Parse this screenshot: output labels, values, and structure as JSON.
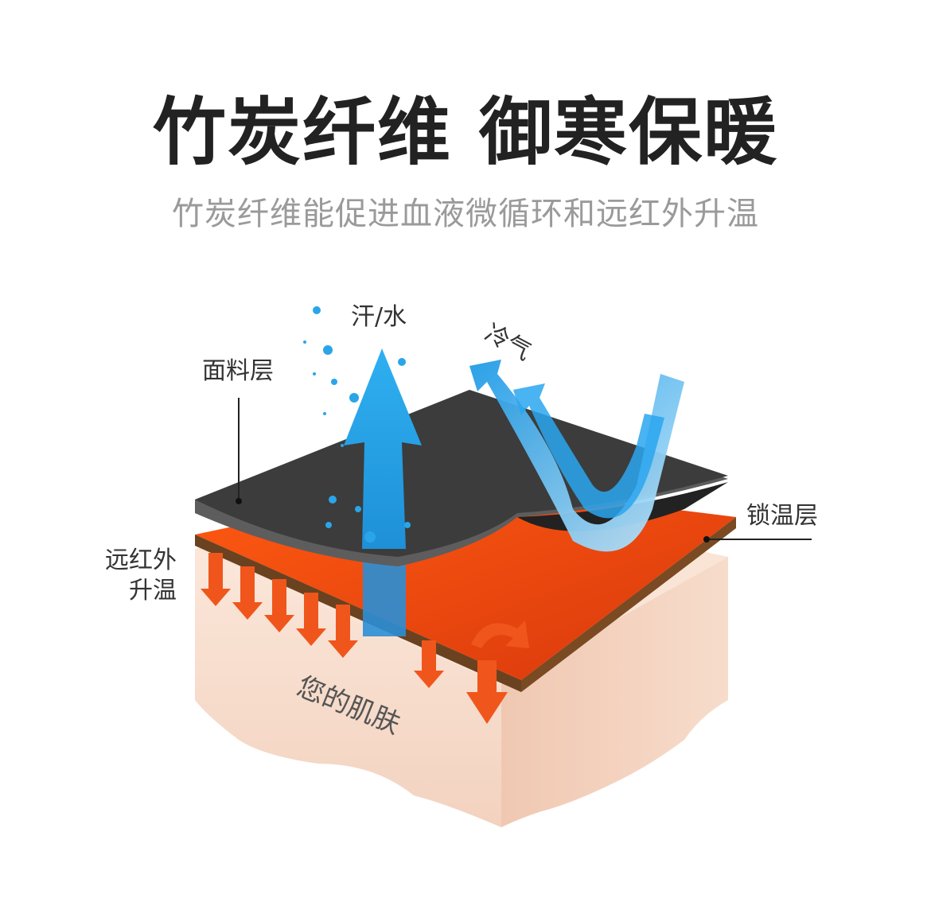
{
  "header": {
    "title": "竹炭纤维 御寒保暖",
    "subtitle": "竹炭纤维能促进血液微循环和远红外升温"
  },
  "labels": {
    "sweat": "汗/水",
    "cold_air": "冷气",
    "fabric_layer": "面料层",
    "warm_lock_layer": "锁温层",
    "far_infrared_line1": "远红外",
    "far_infrared_line2": "升温",
    "skin": "您的肌肤"
  },
  "colors": {
    "fabric": "#3c3c3c",
    "warm_layer": "#f04a14",
    "skin": "#f7ddcd",
    "water": "#1e9be0"
  }
}
